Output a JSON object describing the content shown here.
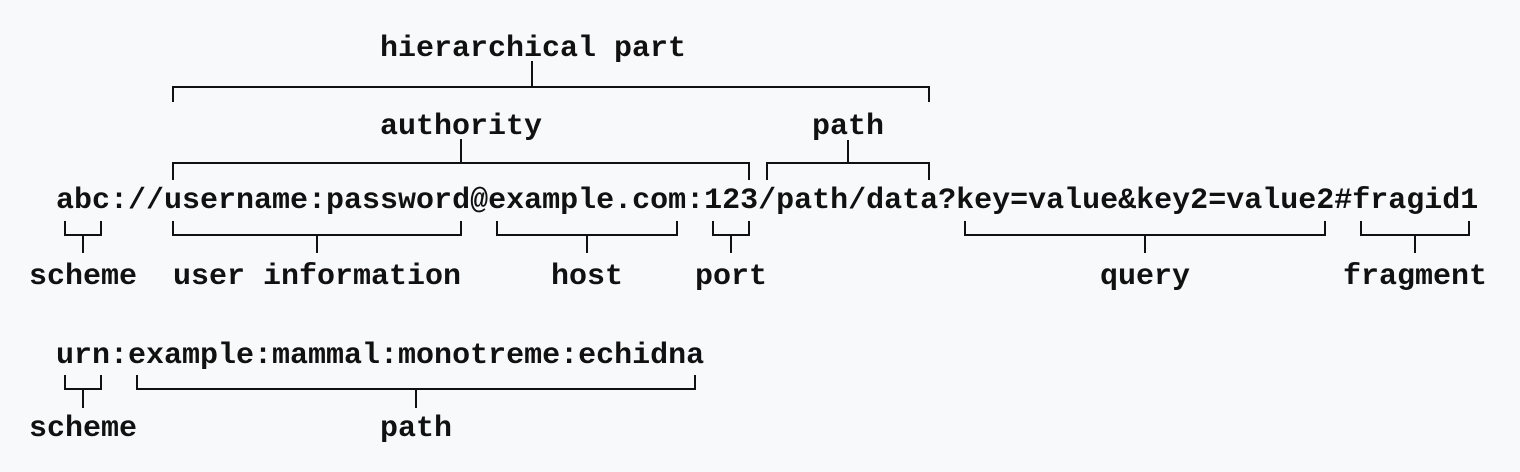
{
  "colors": {
    "background": "#f8f9fa",
    "ink": "#111111"
  },
  "uri_example": {
    "uri": "abc://username:password@example.com:123/path/data?key=value&key2=value2#fragid1",
    "hierarchical_part_label": "hierarchical part",
    "authority_label": "authority",
    "path_label": "path",
    "scheme_label": "scheme",
    "user_information_label": "user information",
    "host_label": "host",
    "port_label": "port",
    "query_label": "query",
    "fragment_label": "fragment"
  },
  "urn_example": {
    "uri": "urn:example:mammal:monotreme:echidna",
    "scheme_label": "scheme",
    "path_label": "path"
  }
}
